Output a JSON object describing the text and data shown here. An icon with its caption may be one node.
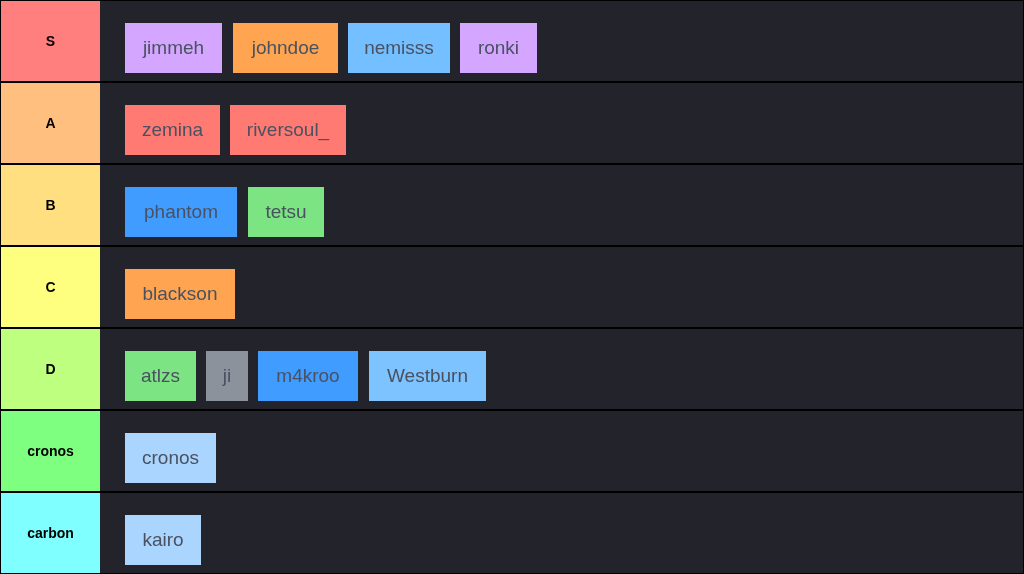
{
  "diagram": {
    "nodes": [
      {
        "text": [
          "S"
        ]
      },
      {
        "text": [
          "jimmeh"
        ],
        "in": 0
      },
      {
        "text": [
          "johndoe"
        ],
        "in": 0
      },
      {
        "text": [
          "nemisss"
        ],
        "in": 0
      },
      {
        "text": [
          "ronki"
        ],
        "in": 0
      },
      {
        "text": [
          "A"
        ]
      },
      {
        "text": [
          "zemina"
        ],
        "in": 5
      },
      {
        "text": [
          "riversoul_"
        ],
        "in": 5
      },
      {
        "text": [
          "B"
        ]
      },
      {
        "text": [
          "phantom"
        ],
        "in": 8
      },
      {
        "text": [
          "tetsu"
        ],
        "in": 8
      },
      {
        "text": [
          "C"
        ]
      },
      {
        "text": [
          "blackson"
        ],
        "in": 11
      },
      {
        "text": [
          "D"
        ]
      },
      {
        "text": [
          "atlzs"
        ],
        "in": 13
      },
      {
        "text": [
          "ji"
        ],
        "in": 13
      },
      {
        "text": [
          "m4kroo"
        ],
        "in": 13
      },
      {
        "text": [
          "Westburn"
        ],
        "in": 13
      },
      {
        "text": [
          "cronos"
        ]
      },
      {
        "text": [
          "cronos"
        ],
        "in": 18
      },
      {
        "text": [
          "carbon"
        ]
      },
      {
        "text": [
          "kairo"
        ],
        "in": 20
      }
    ]
  }
}
